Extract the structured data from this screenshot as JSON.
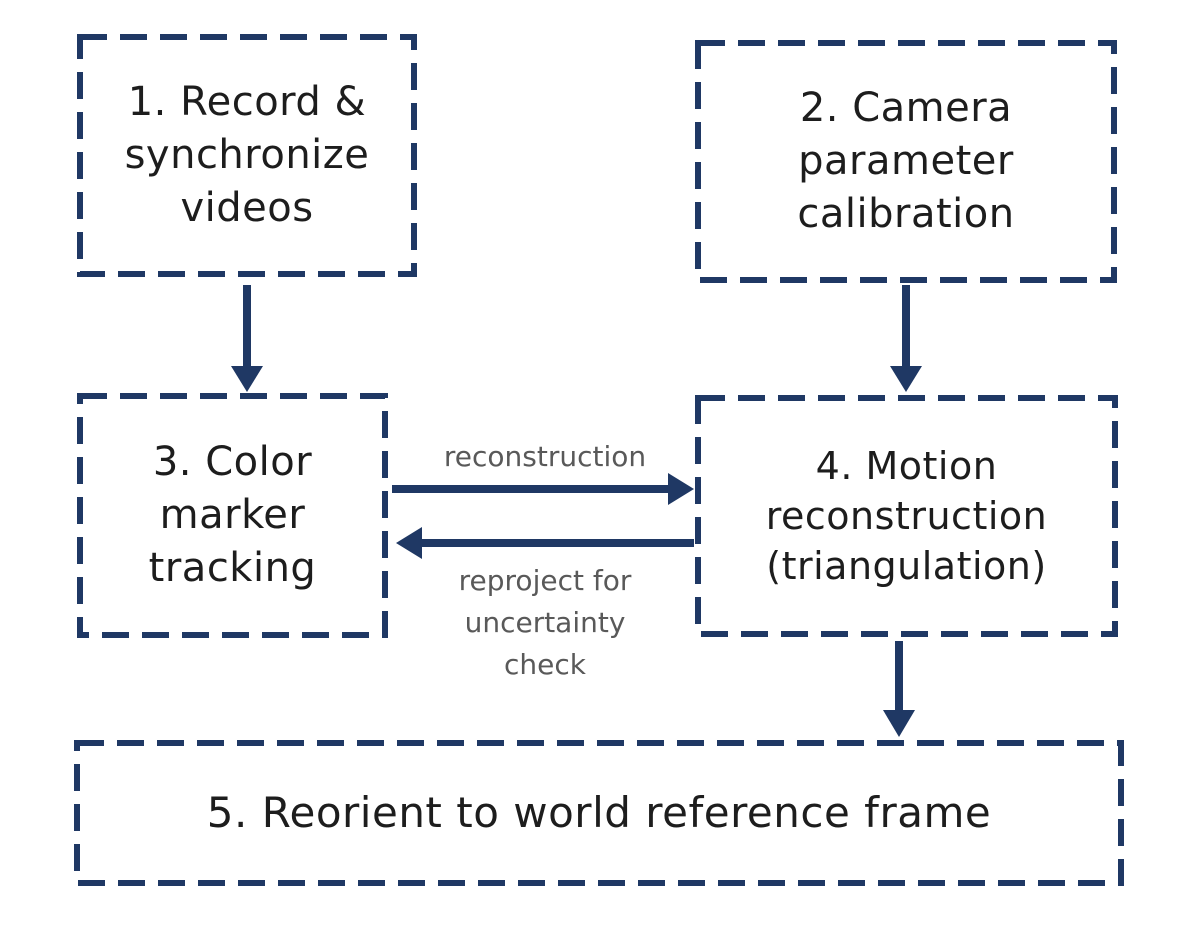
{
  "diagram": {
    "title": "motion capture pipeline flowchart",
    "boxes": [
      {
        "step": 1,
        "label": "1. Record &\nsynchronize\nvideos"
      },
      {
        "step": 2,
        "label": "2. Camera\nparameter\ncalibration"
      },
      {
        "step": 3,
        "label": "3. Color\nmarker\ntracking"
      },
      {
        "step": 4,
        "label": "4. Motion\nreconstruction\n(triangulation)"
      },
      {
        "step": 5,
        "label": "5. Reorient to world reference frame"
      }
    ],
    "arrows": [
      {
        "from": 1,
        "to": 3,
        "label": ""
      },
      {
        "from": 2,
        "to": 4,
        "label": ""
      },
      {
        "from": 3,
        "to": 4,
        "label": "reconstruction"
      },
      {
        "from": 4,
        "to": 3,
        "label": "reproject for\nuncertainty\ncheck"
      },
      {
        "from": 4,
        "to": 5,
        "label": ""
      }
    ],
    "colors": {
      "border": "#1F3864",
      "arrow": "#1F3864",
      "box_text": "#1d1d1d",
      "arrow_label_text": "#595959",
      "background": "#ffffff"
    }
  }
}
